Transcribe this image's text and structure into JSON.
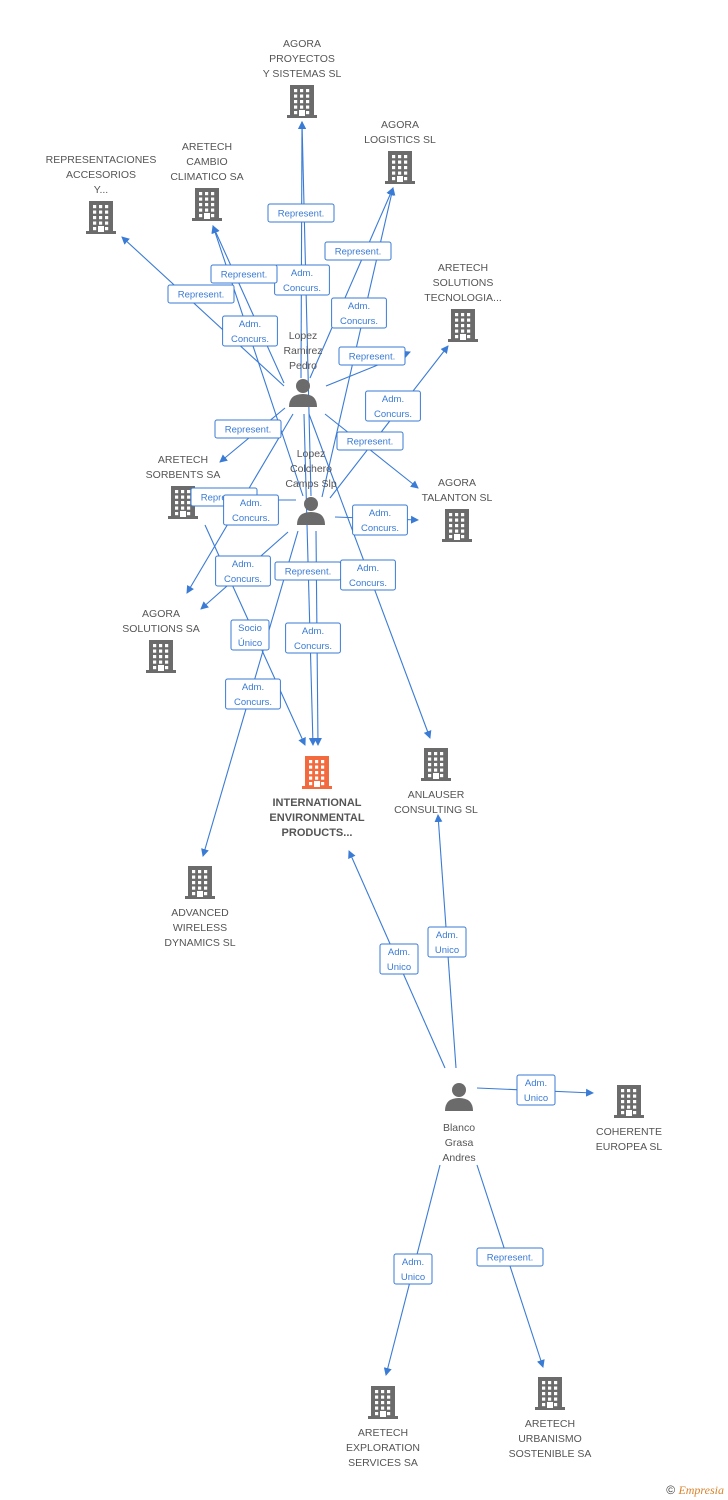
{
  "colors": {
    "edge": "#3a7bd5",
    "node": "#6b6b6b",
    "focus": "#f26a3d"
  },
  "nodes": [
    {
      "id": "agora_proyectos",
      "kind": "company",
      "label": [
        "AGORA",
        "PROYECTOS",
        "Y SISTEMAS SL"
      ]
    },
    {
      "id": "agora_logistics",
      "kind": "company",
      "label": [
        "AGORA",
        "LOGISTICS SL"
      ]
    },
    {
      "id": "aretech_cambio",
      "kind": "company",
      "label": [
        "ARETECH",
        "CAMBIO",
        "CLIMATICO SA"
      ]
    },
    {
      "id": "representaciones",
      "kind": "company",
      "label": [
        "REPRESENTACIONES",
        "ACCESORIOS",
        "Y..."
      ]
    },
    {
      "id": "aretech_solutions",
      "kind": "company",
      "label": [
        "ARETECH",
        "SOLUTIONS",
        "TECNOLOGIA..."
      ]
    },
    {
      "id": "lopez_ramirez",
      "kind": "person",
      "label": [
        "Lopez",
        "Ramirez",
        "Pedro"
      ]
    },
    {
      "id": "aretech_sorbents",
      "kind": "company",
      "label": [
        "ARETECH",
        "SORBENTS SA"
      ]
    },
    {
      "id": "lopez_colchero",
      "kind": "person",
      "label": [
        "Lopez",
        "Colchero",
        "Camps Slp"
      ]
    },
    {
      "id": "agora_talanton",
      "kind": "company",
      "label": [
        "AGORA",
        "TALANTON SL"
      ]
    },
    {
      "id": "agora_solutions",
      "kind": "company",
      "label": [
        "AGORA",
        "SOLUTIONS SA"
      ]
    },
    {
      "id": "international",
      "kind": "focus",
      "label": [
        "INTERNATIONAL",
        "ENVIRONMENTAL",
        "PRODUCTS..."
      ]
    },
    {
      "id": "anlauser",
      "kind": "company",
      "label": [
        "ANLAUSER",
        "CONSULTING SL"
      ]
    },
    {
      "id": "advanced",
      "kind": "company",
      "label": [
        "ADVANCED",
        "WIRELESS",
        "DYNAMICS SL"
      ]
    },
    {
      "id": "blanco",
      "kind": "person",
      "label": [
        "Blanco",
        "Grasa",
        "Andres"
      ]
    },
    {
      "id": "coherente",
      "kind": "company",
      "label": [
        "COHERENTE",
        "EUROPEA SL"
      ]
    },
    {
      "id": "aretech_exploration",
      "kind": "company",
      "label": [
        "ARETECH",
        "EXPLORATION",
        "SERVICES SA"
      ]
    },
    {
      "id": "aretech_urbanismo",
      "kind": "company",
      "label": [
        "ARETECH",
        "URBANISMO",
        "SOSTENIBLE SA"
      ]
    }
  ],
  "edges": [
    {
      "from": "lopez_ramirez",
      "to": "agora_proyectos",
      "label": [
        "Represent."
      ]
    },
    {
      "from": "lopez_colchero",
      "to": "agora_proyectos",
      "label": [
        "Adm.",
        "Concurs."
      ]
    },
    {
      "from": "lopez_ramirez",
      "to": "agora_logistics",
      "label": [
        "Represent."
      ]
    },
    {
      "from": "lopez_colchero",
      "to": "agora_logistics",
      "label": [
        "Adm.",
        "Concurs."
      ]
    },
    {
      "from": "lopez_ramirez",
      "to": "aretech_cambio",
      "label": [
        "Represent."
      ]
    },
    {
      "from": "lopez_colchero",
      "to": "aretech_cambio",
      "label": [
        "Adm.",
        "Concurs."
      ]
    },
    {
      "from": "lopez_ramirez",
      "to": "representaciones",
      "label": [
        "Represent."
      ]
    },
    {
      "from": "lopez_ramirez",
      "to": "aretech_solutions",
      "label": [
        "Represent."
      ]
    },
    {
      "from": "lopez_colchero",
      "to": "aretech_solutions",
      "label": [
        "Adm.",
        "Concurs."
      ]
    },
    {
      "from": "lopez_ramirez",
      "to": "agora_talanton",
      "label": [
        "Represent."
      ]
    },
    {
      "from": "lopez_colchero",
      "to": "agora_talanton",
      "label": [
        "Adm.",
        "Concurs."
      ]
    },
    {
      "from": "lopez_ramirez",
      "to": "aretech_sorbents",
      "label": [
        "Represent."
      ]
    },
    {
      "from": "lopez_colchero",
      "to": "aretech_sorbents",
      "label": [
        "Represent."
      ]
    },
    {
      "from": "lopez_ramirez",
      "to": "agora_solutions",
      "label": [
        "Adm.",
        "Concurs."
      ]
    },
    {
      "from": "lopez_colchero",
      "to": "agora_solutions",
      "label": [
        "Adm.",
        "Concurs."
      ]
    },
    {
      "from": "lopez_ramirez",
      "to": "international",
      "label": [
        "Represent."
      ]
    },
    {
      "from": "lopez_colchero",
      "to": "international",
      "label": [
        "Adm.",
        "Concurs."
      ]
    },
    {
      "from": "aretech_sorbents",
      "to": "international",
      "label": [
        "Socio",
        "Único"
      ]
    },
    {
      "from": "lopez_ramirez",
      "to": "anlauser",
      "label": [
        "Adm.",
        "Concurs."
      ]
    },
    {
      "from": "lopez_colchero",
      "to": "advanced",
      "label": [
        "Adm.",
        "Concurs."
      ]
    },
    {
      "from": "blanco",
      "to": "international",
      "label": [
        "Adm.",
        "Unico"
      ]
    },
    {
      "from": "blanco",
      "to": "anlauser",
      "label": [
        "Adm.",
        "Unico"
      ]
    },
    {
      "from": "blanco",
      "to": "coherente",
      "label": [
        "Adm.",
        "Unico"
      ]
    },
    {
      "from": "blanco",
      "to": "aretech_exploration",
      "label": [
        "Adm.",
        "Unico"
      ]
    },
    {
      "from": "blanco",
      "to": "aretech_urbanismo",
      "label": [
        "Represent."
      ]
    }
  ],
  "footer": {
    "copyright": "©",
    "brand": "Empresia"
  }
}
